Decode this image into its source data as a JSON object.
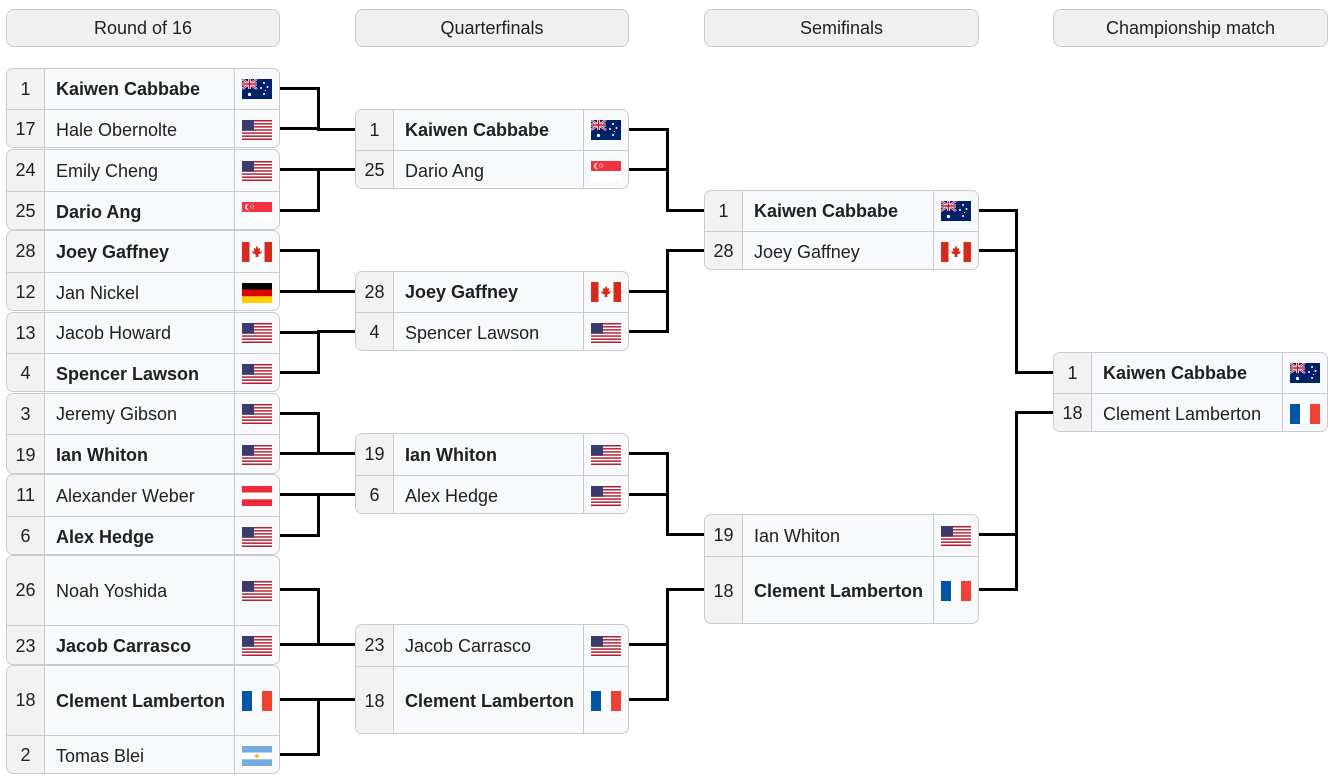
{
  "rounds": [
    "Round of 16",
    "Quarterfinals",
    "Semifinals",
    "Championship match"
  ],
  "round_of_16": [
    {
      "top": {
        "seed": "1",
        "name": "Kaiwen Cabbabe",
        "flag": "australia-flag",
        "winner": true
      },
      "bottom": {
        "seed": "17",
        "name": "Hale Obernolte",
        "flag": "usa-flag",
        "winner": false
      }
    },
    {
      "top": {
        "seed": "24",
        "name": "Emily Cheng",
        "flag": "usa-flag",
        "winner": false
      },
      "bottom": {
        "seed": "25",
        "name": "Dario Ang",
        "flag": "singapore-flag",
        "winner": true
      }
    },
    {
      "top": {
        "seed": "28",
        "name": "Joey Gaffney",
        "flag": "canada-flag",
        "winner": true
      },
      "bottom": {
        "seed": "12",
        "name": "Jan Nickel",
        "flag": "germany-flag",
        "winner": false
      }
    },
    {
      "top": {
        "seed": "13",
        "name": "Jacob Howard",
        "flag": "usa-flag",
        "winner": false
      },
      "bottom": {
        "seed": "4",
        "name": "Spencer Lawson",
        "flag": "usa-flag",
        "winner": true
      }
    },
    {
      "top": {
        "seed": "3",
        "name": "Jeremy Gibson",
        "flag": "usa-flag",
        "winner": false
      },
      "bottom": {
        "seed": "19",
        "name": "Ian Whiton",
        "flag": "usa-flag",
        "winner": true
      }
    },
    {
      "top": {
        "seed": "11",
        "name": "Alexander Weber",
        "flag": "austria-flag",
        "winner": false
      },
      "bottom": {
        "seed": "6",
        "name": "Alex Hedge",
        "flag": "usa-flag",
        "winner": true
      }
    },
    {
      "top": {
        "seed": "26",
        "name": "Noah Yoshida",
        "flag": "usa-flag",
        "winner": false
      },
      "bottom": {
        "seed": "23",
        "name": "Jacob Carrasco",
        "flag": "usa-flag",
        "winner": true
      }
    },
    {
      "top": {
        "seed": "18",
        "name": "Clement Lamberton",
        "flag": "france-flag",
        "winner": true
      },
      "bottom": {
        "seed": "2",
        "name": "Tomas Blei",
        "flag": "argentina-flag",
        "winner": false
      }
    }
  ],
  "quarterfinals": [
    {
      "top": {
        "seed": "1",
        "name": "Kaiwen Cabbabe",
        "flag": "australia-flag",
        "winner": true
      },
      "bottom": {
        "seed": "25",
        "name": "Dario Ang",
        "flag": "singapore-flag",
        "winner": false
      }
    },
    {
      "top": {
        "seed": "28",
        "name": "Joey Gaffney",
        "flag": "canada-flag",
        "winner": true
      },
      "bottom": {
        "seed": "4",
        "name": "Spencer Lawson",
        "flag": "usa-flag",
        "winner": false
      }
    },
    {
      "top": {
        "seed": "19",
        "name": "Ian Whiton",
        "flag": "usa-flag",
        "winner": true
      },
      "bottom": {
        "seed": "6",
        "name": "Alex Hedge",
        "flag": "usa-flag",
        "winner": false
      }
    },
    {
      "top": {
        "seed": "23",
        "name": "Jacob Carrasco",
        "flag": "usa-flag",
        "winner": false
      },
      "bottom": {
        "seed": "18",
        "name": "Clement Lamberton",
        "flag": "france-flag",
        "winner": true
      }
    }
  ],
  "semifinals": [
    {
      "top": {
        "seed": "1",
        "name": "Kaiwen Cabbabe",
        "flag": "australia-flag",
        "winner": true
      },
      "bottom": {
        "seed": "28",
        "name": "Joey Gaffney",
        "flag": "canada-flag",
        "winner": false
      }
    },
    {
      "top": {
        "seed": "19",
        "name": "Ian Whiton",
        "flag": "usa-flag",
        "winner": false
      },
      "bottom": {
        "seed": "18",
        "name": "Clement Lamberton",
        "flag": "france-flag",
        "winner": true
      }
    }
  ],
  "final": [
    {
      "top": {
        "seed": "1",
        "name": "Kaiwen Cabbabe",
        "flag": "australia-flag",
        "winner": true
      },
      "bottom": {
        "seed": "18",
        "name": "Clement Lamberton",
        "flag": "france-flag",
        "winner": false
      }
    }
  ]
}
